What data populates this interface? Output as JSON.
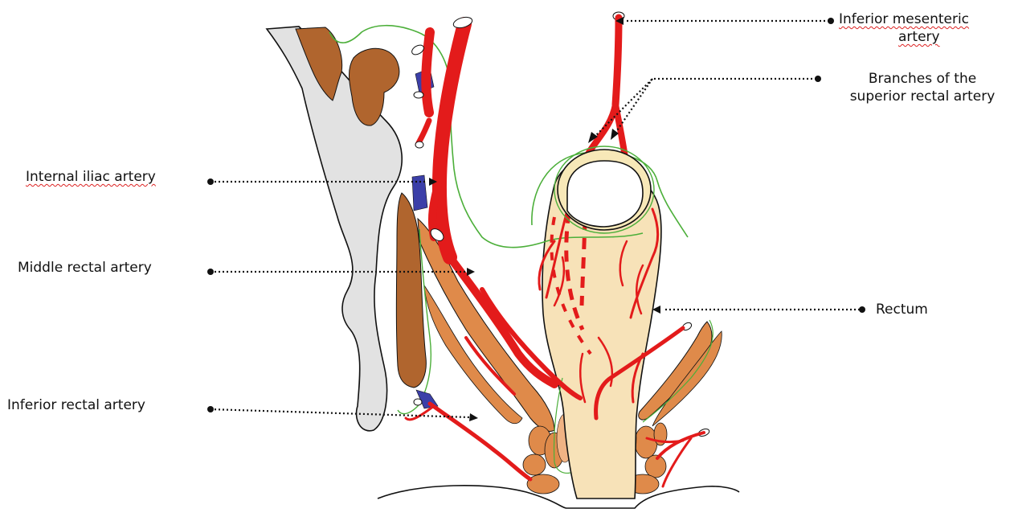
{
  "labels": {
    "inferior_mesenteric_line1": "Inferior mesenteric",
    "inferior_mesenteric_line2": "artery",
    "superior_rectal_line1": "Branches of the",
    "superior_rectal_line2": "superior rectal artery",
    "internal_iliac": "Internal iliac artery",
    "middle_rectal": "Middle rectal artery",
    "rectum": "Rectum",
    "inferior_rectal": "Inferior rectal artery"
  },
  "colors": {
    "artery": "#e31b1b",
    "vein": "#3b3fa8",
    "bone": "#e2e2e2",
    "muscle_dark": "#b0652e",
    "muscle_light": "#df8a4a",
    "rectum_wall": "#f7e2b8",
    "fascia": "#4caf3a",
    "leader": "#111111"
  }
}
